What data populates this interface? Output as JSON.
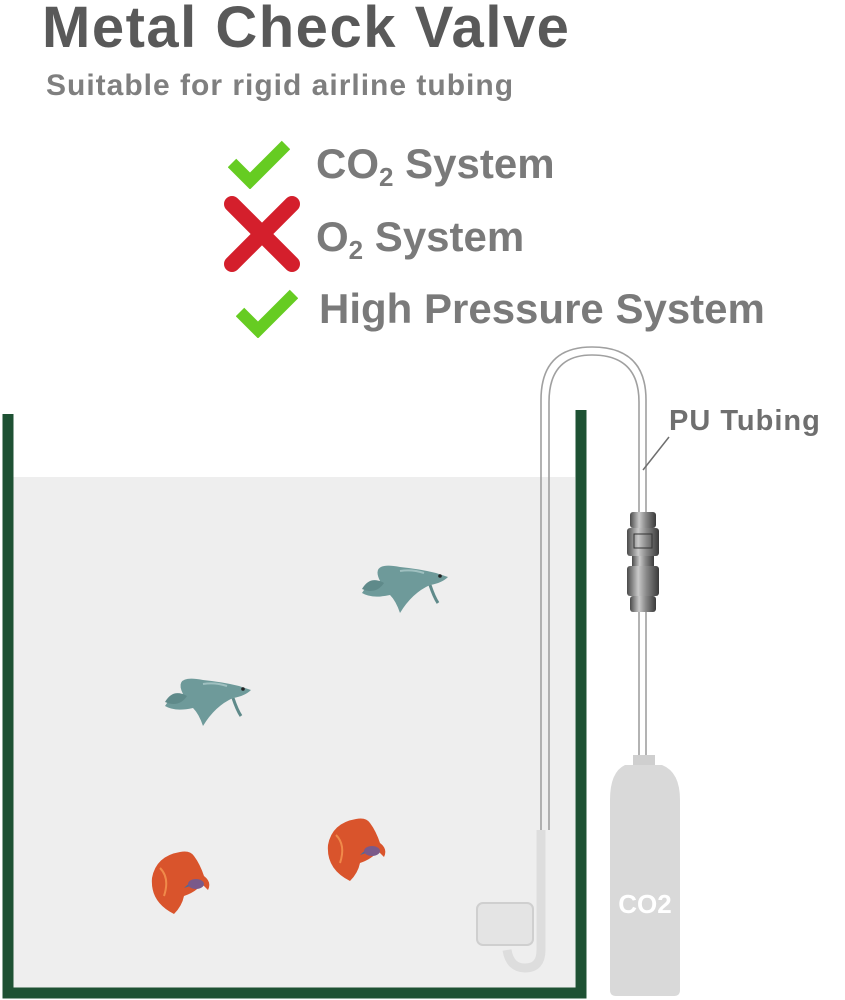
{
  "header": {
    "title": "Metal Check Valve",
    "subtitle": "Suitable for rigid airline tubing"
  },
  "features": [
    {
      "base": "CO",
      "sub": "2",
      "rest": " System",
      "status": "check",
      "icon": "check-icon"
    },
    {
      "base": "O",
      "sub": "2",
      "rest": " System",
      "status": "cross",
      "icon": "cross-icon"
    },
    {
      "base": "High Pressure System",
      "sub": "",
      "rest": "",
      "status": "check",
      "icon": "check-icon"
    }
  ],
  "diagram": {
    "tubing_label": "PU Tubing",
    "cylinder_label": "CO2",
    "fish": [
      {
        "kind": "green-betta"
      },
      {
        "kind": "green-betta"
      },
      {
        "kind": "orange-halfmoon-betta"
      },
      {
        "kind": "orange-halfmoon-betta"
      }
    ]
  },
  "colors": {
    "check": "#66cc22",
    "cross": "#d41f2c",
    "tank_frame": "#1e5133",
    "water": "#eeeeee",
    "cylinder": "#d9d9d9",
    "text_dark": "#595959",
    "text_mid": "#7f7f7f"
  }
}
